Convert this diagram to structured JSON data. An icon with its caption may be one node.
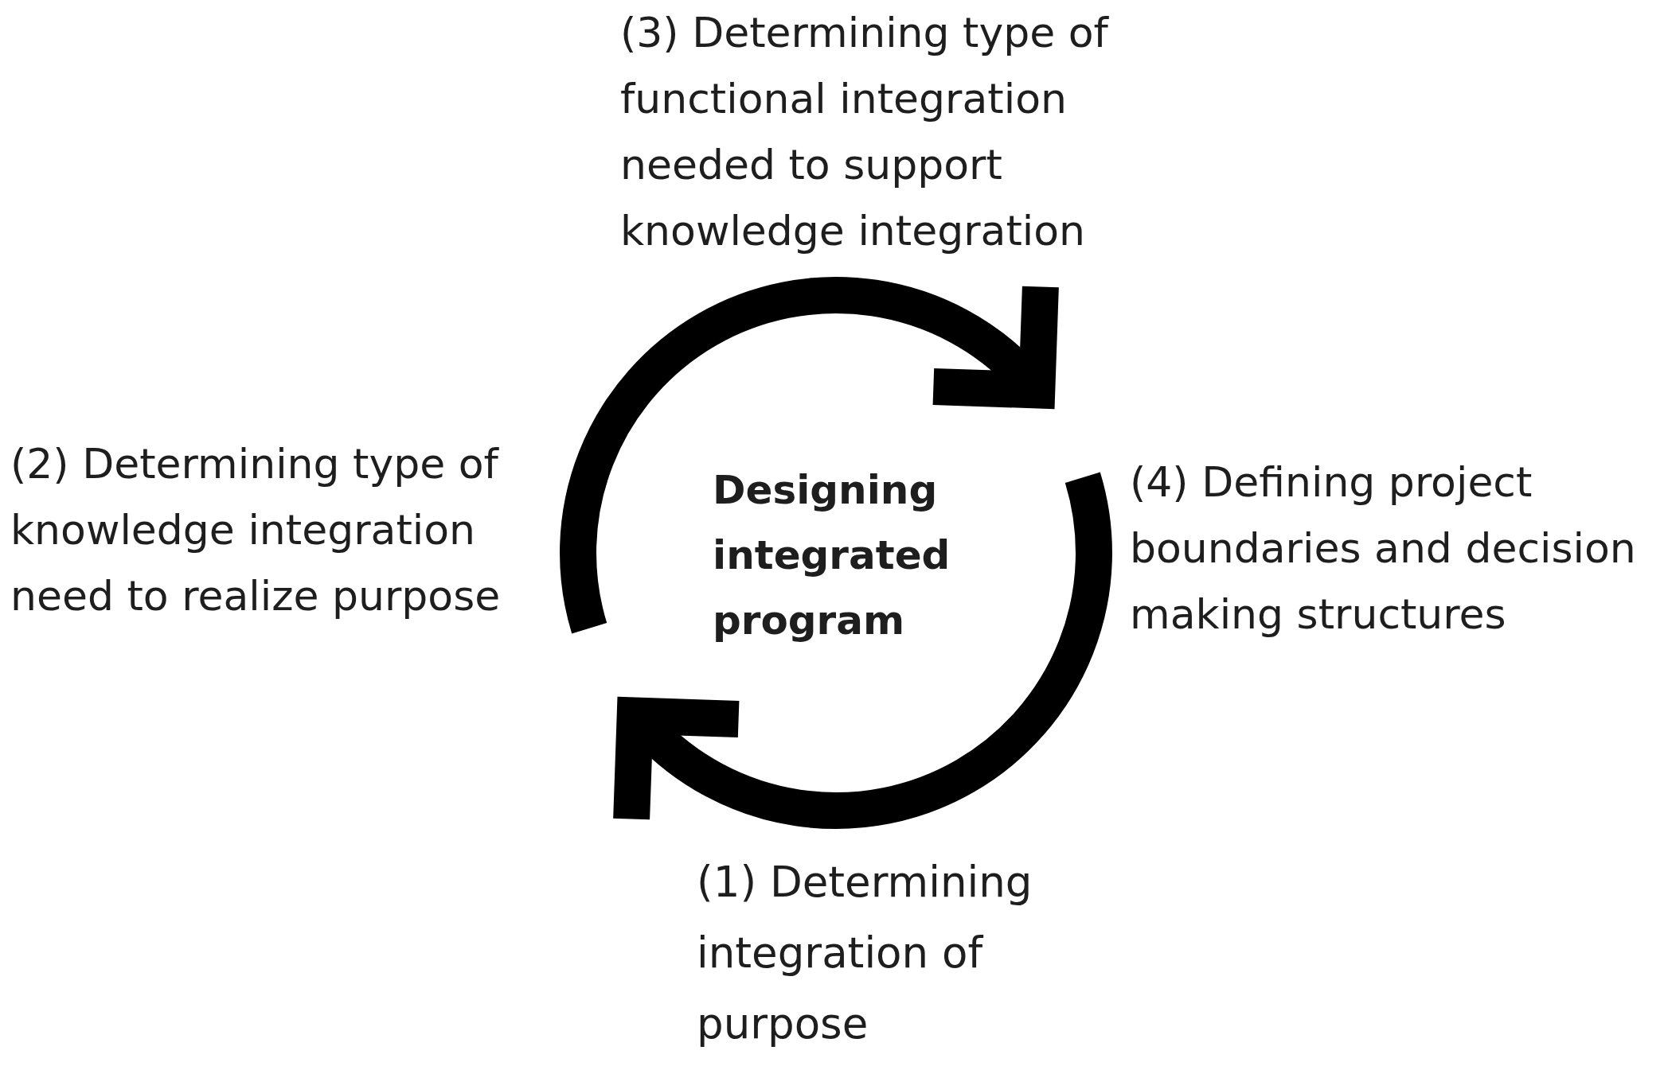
{
  "diagram": {
    "nodes": [
      {
        "text": [
          "(2) Determining type of knowledge integration need to realize purpose"
        ]
      },
      {
        "text": [
          "(4) Defining project boundaries and decision making structures"
        ]
      }
    ],
    "edges": [
      {
        "from": 0,
        "to": 1,
        "arrow": "to"
      },
      {
        "from": 1,
        "to": 0,
        "arrow": "to"
      }
    ],
    "labels": [
      "(3) Determining type of functional integration needed to support knowledge integration",
      "Designing integrated program",
      "(1) Determining integration of purpose"
    ]
  }
}
